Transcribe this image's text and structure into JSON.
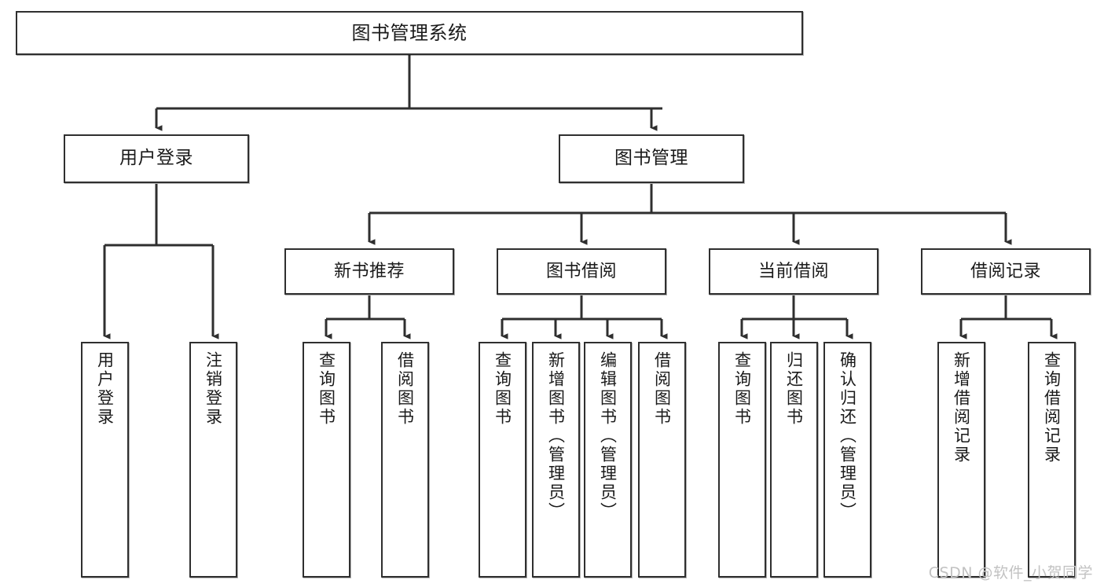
{
  "diagram": {
    "title": "图书管理系统",
    "type": "hierarchy-tree",
    "background_color": "#ffffff",
    "border_color": "#2f2f2f",
    "text_color": "#1a1a1a"
  },
  "watermark": {
    "text": "CSDN @软件_小贺同学",
    "color": "#c2c2c2"
  },
  "nodes": {
    "root": {
      "label": "图书管理系统"
    },
    "level2": [
      {
        "label": "用户登录"
      },
      {
        "label": "图书管理"
      }
    ],
    "level3": [
      {
        "label": "新书推荐"
      },
      {
        "label": "图书借阅"
      },
      {
        "label": "当前借阅"
      },
      {
        "label": "借阅记录"
      }
    ],
    "leaves_user_login": [
      {
        "label": "用户登录"
      },
      {
        "label": "注销登录"
      }
    ],
    "leaves_new_books": [
      {
        "label": "查询图书"
      },
      {
        "label": "借阅图书"
      }
    ],
    "leaves_borrow": [
      {
        "label": "查询图书"
      },
      {
        "label": "新增图书（管理员）"
      },
      {
        "label": "编辑图书（管理员）"
      },
      {
        "label": "借阅图书"
      }
    ],
    "leaves_current": [
      {
        "label": "查询图书"
      },
      {
        "label": "归还图书"
      },
      {
        "label": "确认归还（管理员）"
      }
    ],
    "leaves_records": [
      {
        "label": "新增借阅记录"
      },
      {
        "label": "查询借阅记录"
      }
    ]
  }
}
